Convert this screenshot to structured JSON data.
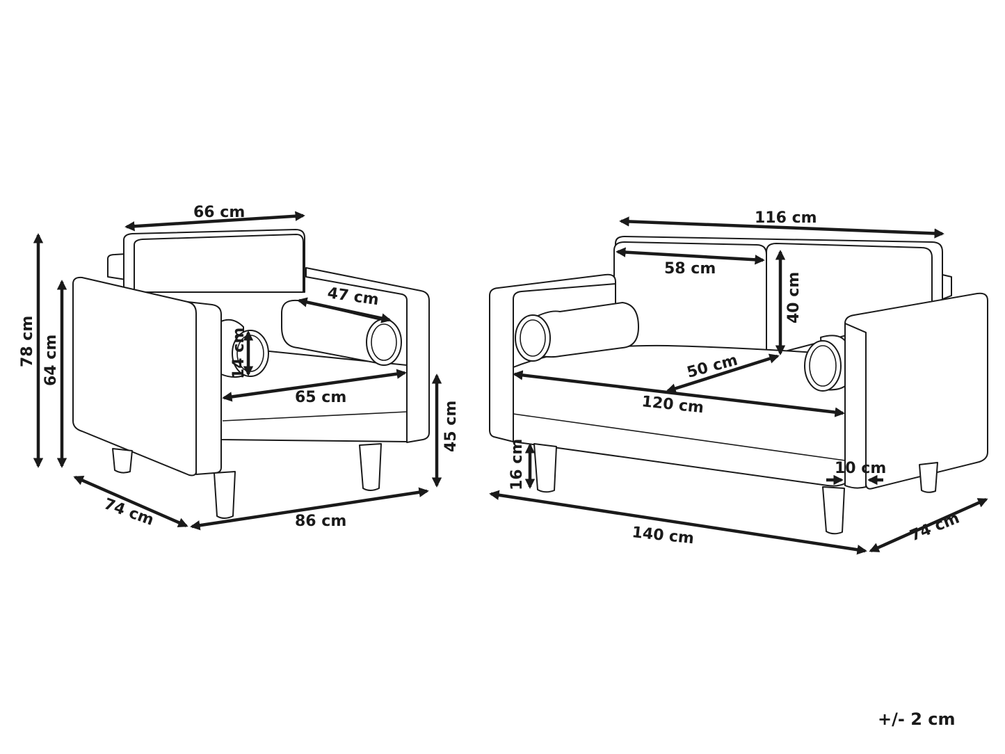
{
  "armchair": {
    "dimensions": {
      "backrest_width": "66 cm",
      "total_height": "78 cm",
      "armrest_height": "64 cm",
      "bolster_length": "47 cm",
      "bolster_diameter": "14 cm",
      "seat_width": "65 cm",
      "seat_height": "45 cm",
      "depth": "74 cm",
      "width": "86 cm"
    }
  },
  "sofa": {
    "dimensions": {
      "backrest_width": "116 cm",
      "cushion_width": "58 cm",
      "cushion_height": "40 cm",
      "seat_depth": "50 cm",
      "seat_width": "120 cm",
      "leg_height": "16 cm",
      "armrest_width": "10 cm",
      "width": "140 cm",
      "depth": "74 cm"
    }
  },
  "tolerance": "+/- 2 cm"
}
